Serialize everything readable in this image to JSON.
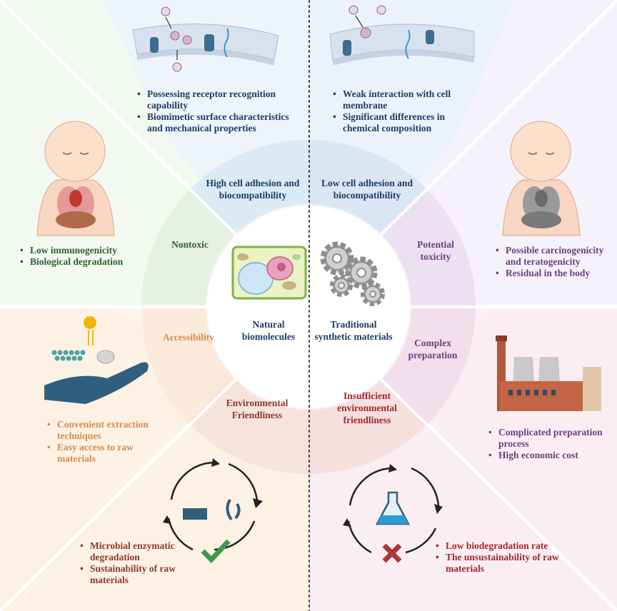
{
  "center": {
    "left_label": "Natural biomolecules",
    "right_label": "Traditional synthetic materials"
  },
  "segments_left": {
    "top": "High cell adhesion and biocompatibility",
    "upper": "Nontoxic",
    "lower": "Accessibility",
    "bottom": "Environmental Friendliness"
  },
  "segments_right": {
    "top": "Low cell adhesion and biocompatibility",
    "upper": "Potential toxicity",
    "lower": "Complex preparation",
    "bottom": "Insufficient environmental friendliness"
  },
  "panels": {
    "top_left": [
      "Possessing receptor recognition capability",
      "Biomimetic surface characteristics and mechanical properties"
    ],
    "top_right": [
      "Weak interaction with cell membrane",
      "Significant differences in chemical composition"
    ],
    "mid_left": [
      "Low immunogenicity",
      "Biological degradation"
    ],
    "mid_right": [
      "Possible carcinogenicity and teratogenicity",
      "Residual in the body"
    ],
    "low_left": [
      "Convenient extraction techniques",
      "Easy access to raw materials"
    ],
    "low_right": [
      "Complicated preparation process",
      "High economic cost"
    ],
    "bottom_left": [
      "Microbial enzymatic degradation",
      "Sustainability of raw materials"
    ],
    "bottom_right": [
      "Low biodegradation rate",
      "The unsustainability of raw materials"
    ]
  },
  "colors": {
    "navy": "#1f3c66",
    "green": "#2f5f2f",
    "orange": "#d58c4c",
    "brown": "#8a3b2c",
    "purple": "#6a3f82",
    "darkred": "#a3272c"
  }
}
